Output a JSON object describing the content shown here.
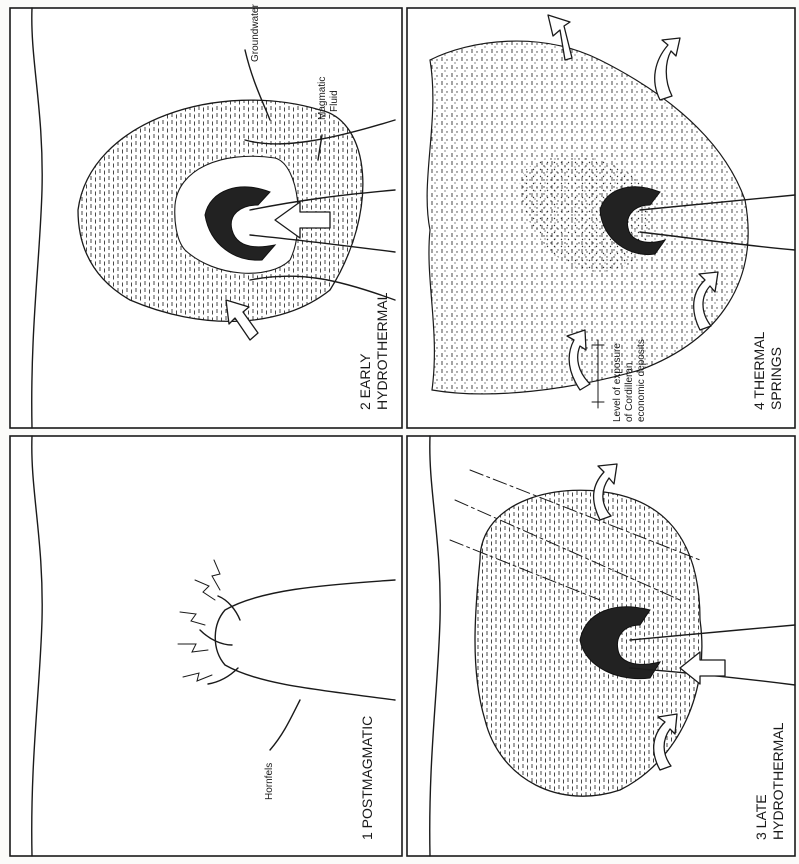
{
  "panels": [
    {
      "id": 1,
      "label": "1  POSTMAGMATIC",
      "annotations": [
        "Hornfels"
      ]
    },
    {
      "id": 2,
      "label_line1": "2  EARLY",
      "label_line2": "HYDROTHERMAL",
      "annotations": [
        "Groundwater",
        "Magmatic",
        "Fluid"
      ]
    },
    {
      "id": 3,
      "label_line1": "3  LATE",
      "label_line2": "HYDROTHERMAL",
      "annotations": []
    },
    {
      "id": 4,
      "label_line1": "4  THERMAL",
      "label_line2": "SPRINGS",
      "annotations": [
        "Level of exposure",
        "of Cordilleran",
        "economic deposits"
      ]
    }
  ],
  "colors": {
    "ink": "#1a1a1a",
    "paper": "#fbfbf9",
    "melt": "#222222"
  }
}
